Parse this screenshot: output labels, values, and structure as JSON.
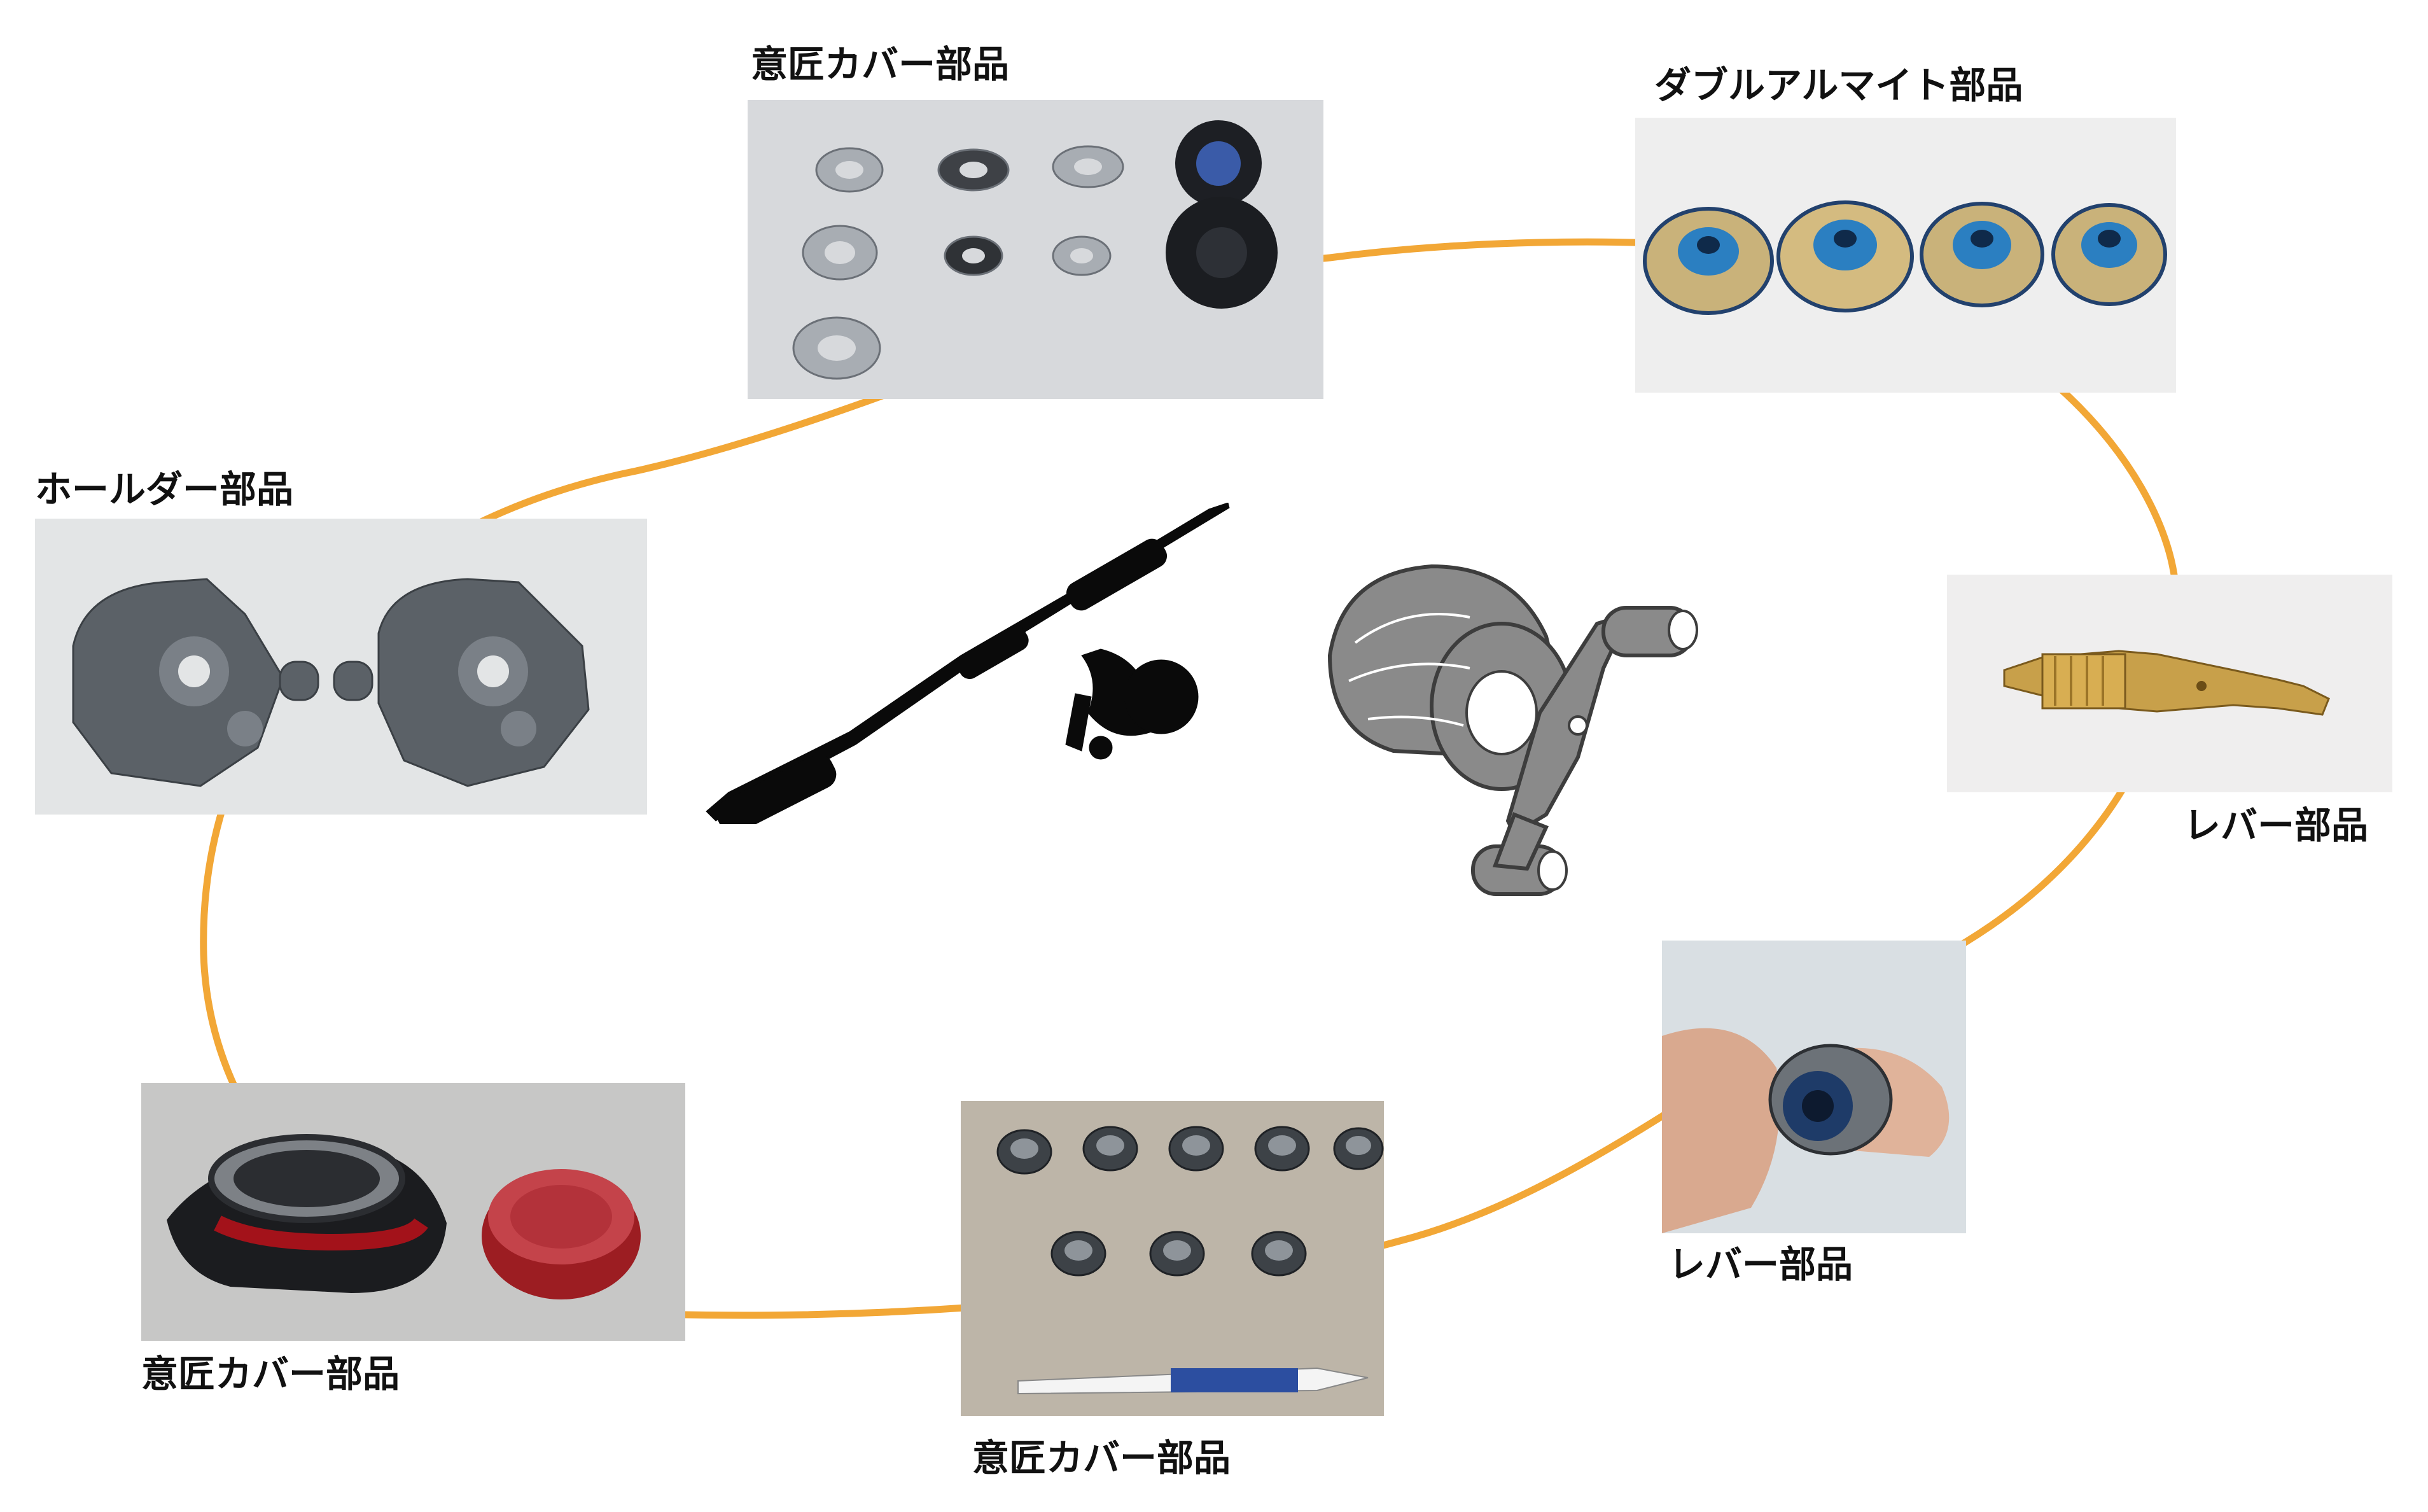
{
  "colors": {
    "ring": "#F2A736",
    "background": "#ffffff",
    "label_text": "#111111"
  },
  "parts": [
    {
      "id": "top-center",
      "label": "意匠カバー部品",
      "icon": "silver-cover-parts-photo"
    },
    {
      "id": "top-right",
      "label": "ダブルアルマイト部品",
      "icon": "double-anodized-disc-photo"
    },
    {
      "id": "left",
      "label": "ホールダー部品",
      "icon": "holder-frame-photo"
    },
    {
      "id": "right-top",
      "label": "レバー部品",
      "icon": "brass-shaft-photo"
    },
    {
      "id": "right-bottom",
      "label": "レバー部品",
      "icon": "lever-ring-in-fingers-photo"
    },
    {
      "id": "bottom-center",
      "label": "意匠カバー部品",
      "icon": "cover-rings-with-pen-photo"
    },
    {
      "id": "bottom-left",
      "label": "意匠カバー部品",
      "icon": "red-cover-parts-photo"
    }
  ],
  "center": {
    "icons": [
      "spinning-rod-reel-silhouette",
      "baitcasting-reel-illustration"
    ]
  }
}
